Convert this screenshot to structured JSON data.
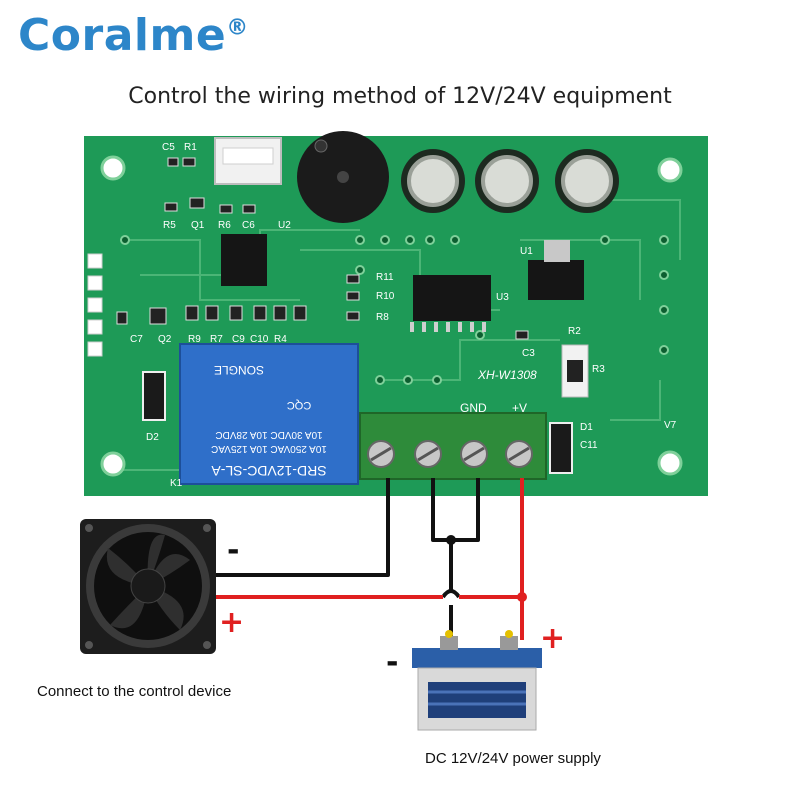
{
  "brand": {
    "name": "Coralme",
    "mark": "®"
  },
  "title": "Control the wiring method of 12V/24V equipment",
  "board": {
    "model": "XH-W1308",
    "terminal_labels": {
      "gnd": "GND",
      "vplus": "+V"
    },
    "components": {
      "c5": "C5",
      "r1": "R1",
      "r5": "R5",
      "q1": "Q1",
      "r6": "R6",
      "c6": "C6",
      "u2": "U2",
      "r11": "R11",
      "r10": "R10",
      "r8": "R8",
      "u3": "U3",
      "u1": "U1",
      "c3": "C3",
      "r2": "R2",
      "r3": "R3",
      "d1": "D1",
      "c11": "C11",
      "v7": "V7",
      "c7": "C7",
      "q2": "Q2",
      "r9": "R9",
      "r7": "R7",
      "c9": "C9",
      "c10": "C10",
      "r4": "R4",
      "d2": "D2",
      "k1": "K1"
    },
    "relay": {
      "model": "SRD-12VDC-SL-A",
      "rating1": "10A 250VAC  10A 125VAC",
      "rating2": "10A 30VDC  10A 28VDC",
      "maker": "SONGLE",
      "cqc": "CQC"
    }
  },
  "wiring": {
    "fan_minus": "-",
    "fan_plus": "+",
    "battery_minus": "-",
    "battery_plus": "+"
  },
  "captions": {
    "device": "Connect to the control device",
    "supply": "DC 12V/24V power supply"
  },
  "colors": {
    "brand": "#2d86c9",
    "pcb": "#1e9a57",
    "wire_positive": "#e02020",
    "wire_negative": "#000000",
    "terminal": "#2e8b3a"
  }
}
